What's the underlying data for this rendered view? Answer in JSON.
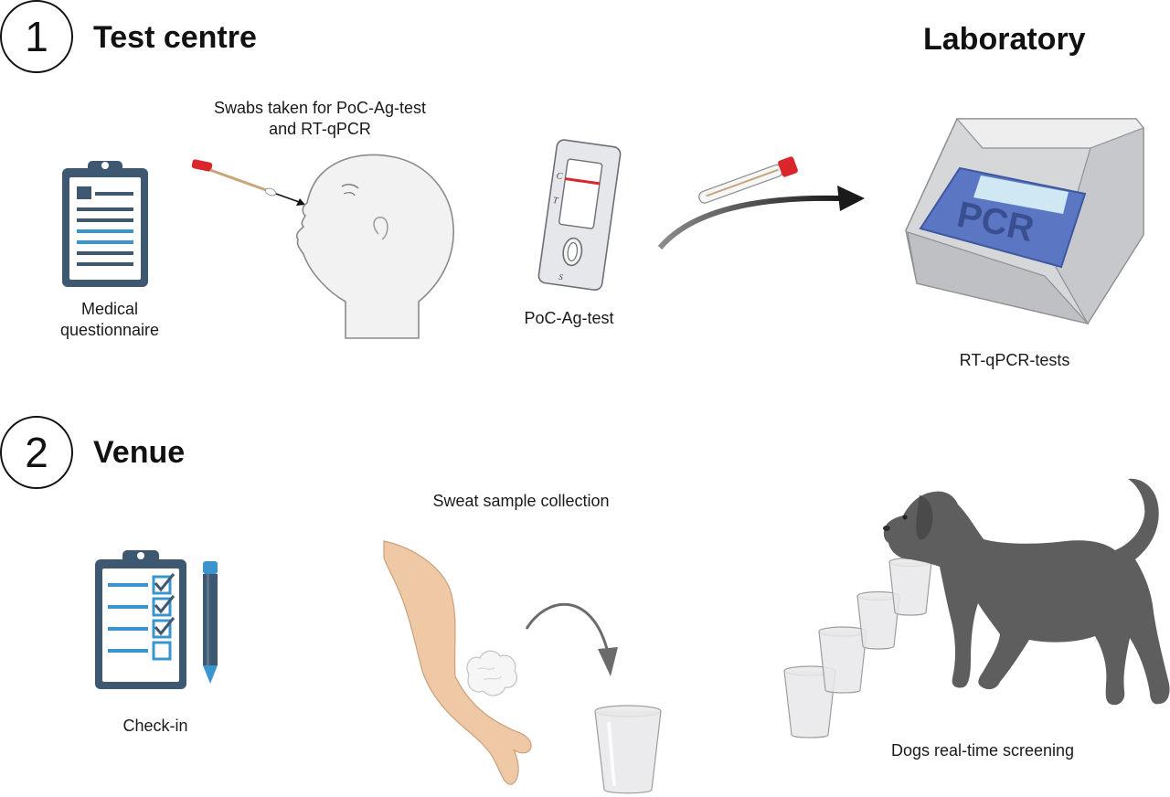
{
  "section1": {
    "number": "1",
    "title": "Test centre",
    "lab_title": "Laboratory",
    "swab_caption_line1": "Swabs taken for PoC-Ag-test",
    "swab_caption_line2": "and RT-qPCR",
    "questionnaire_line1": "Medical",
    "questionnaire_line2": "questionnaire",
    "poc_caption": "PoC-Ag-test",
    "pcr_caption": "RT-qPCR-tests",
    "pcr_screen_text": "PCR",
    "test_marks": {
      "c": "C",
      "t": "T",
      "s": "S"
    }
  },
  "section2": {
    "number": "2",
    "title": "Venue",
    "checkin_caption": "Check-in",
    "sweat_caption": "Sweat sample collection",
    "dogs_caption": "Dogs real-time screening"
  },
  "colors": {
    "clipboard": "#3e5871",
    "accent_blue": "#3a95cf",
    "pcr_screen": "#5b77c4",
    "pcr_display": "#cfe8f4",
    "dog": "#5e5e5e",
    "skin": "#efc9a6",
    "swab_tip": "#d9262a"
  }
}
